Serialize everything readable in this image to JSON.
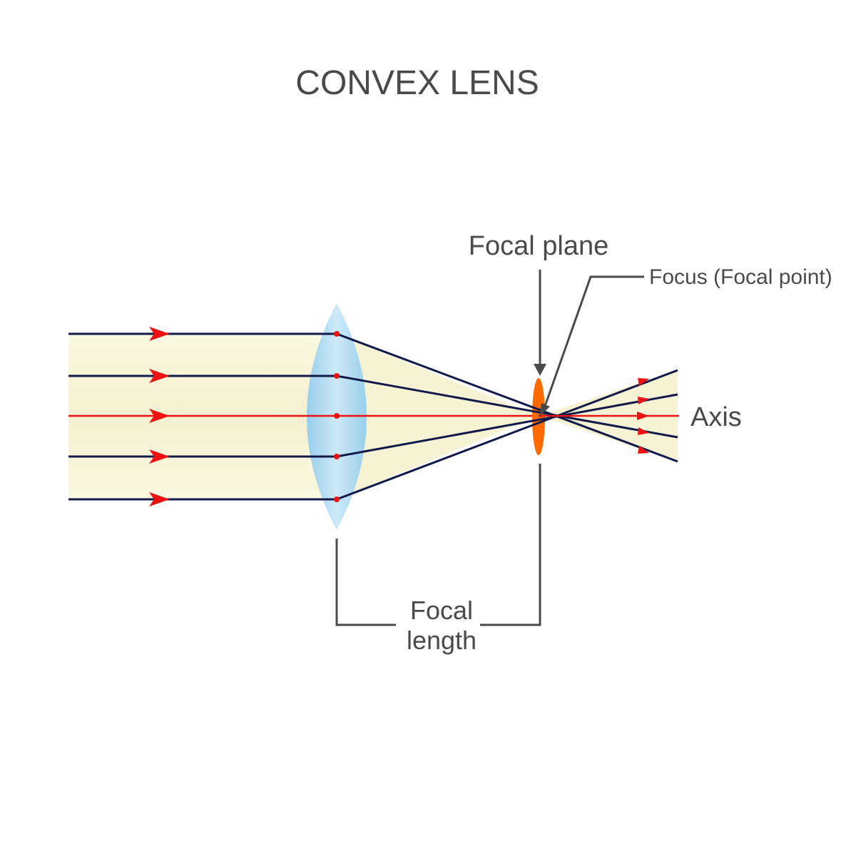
{
  "title": "CONVEX LENS",
  "labels": {
    "focal_plane": "Focal plane",
    "focus": "Focus (Focal point)",
    "axis": "Axis",
    "focal_length_line1": "Focal",
    "focal_length_line2": "length"
  },
  "colors": {
    "title_text": "#4a4a4a",
    "ray": "#121a4a",
    "axis_ray": "#ee1111",
    "arrow": "#ee1111",
    "beam_fill": "#f8f5d6",
    "lens_fill": "#a8d6f2",
    "focal_plane": "#ff6a00",
    "pointer": "#4a4a4a"
  },
  "rays": [
    {
      "name": "ray-top"
    },
    {
      "name": "ray-upper"
    },
    {
      "name": "ray-axis"
    },
    {
      "name": "ray-lower"
    },
    {
      "name": "ray-bottom"
    }
  ]
}
